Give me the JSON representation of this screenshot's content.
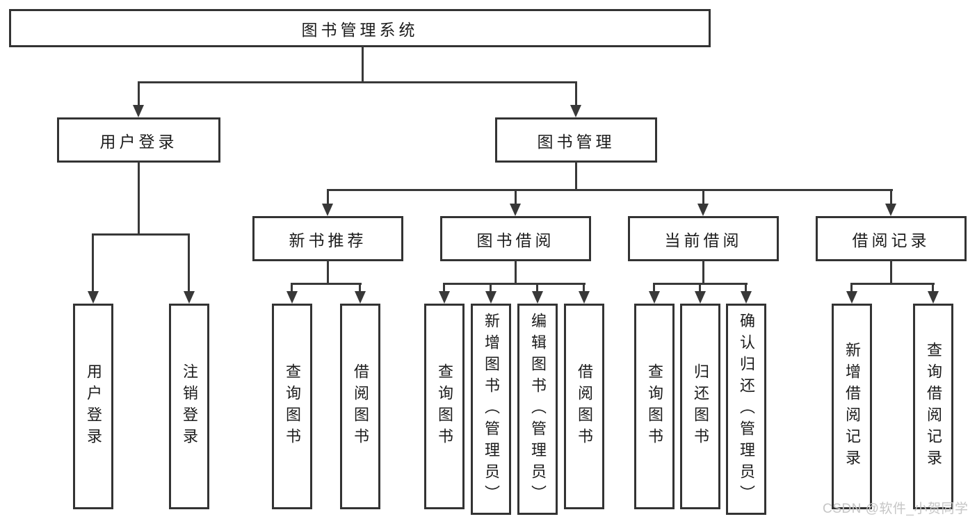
{
  "diagram": {
    "root": {
      "label": "图书管理系统"
    },
    "branches": [
      {
        "label": "用户登录",
        "children": [
          {
            "label": "用户登录"
          },
          {
            "label": "注销登录"
          }
        ]
      },
      {
        "label": "图书管理",
        "children": [
          {
            "label": "新书推荐",
            "children": [
              {
                "label": "查询图书"
              },
              {
                "label": "借阅图书"
              }
            ]
          },
          {
            "label": "图书借阅",
            "children": [
              {
                "label": "查询图书"
              },
              {
                "label": "新增图书（管理员）"
              },
              {
                "label": "编辑图书（管理员）"
              },
              {
                "label": "借阅图书"
              }
            ]
          },
          {
            "label": "当前借阅",
            "children": [
              {
                "label": "查询图书"
              },
              {
                "label": "归还图书"
              },
              {
                "label": "确认归还（管理员）"
              }
            ]
          },
          {
            "label": "借阅记录",
            "children": [
              {
                "label": "新增借阅记录"
              },
              {
                "label": "查询借阅记录"
              }
            ]
          }
        ]
      }
    ]
  },
  "watermark": {
    "text": "CSDN @软件_小贺同学",
    "color": "#c6c6c6"
  },
  "colors": {
    "background": "#ffffff",
    "box_border": "#333333",
    "connector": "#383838",
    "text": "#1c1c1c"
  }
}
